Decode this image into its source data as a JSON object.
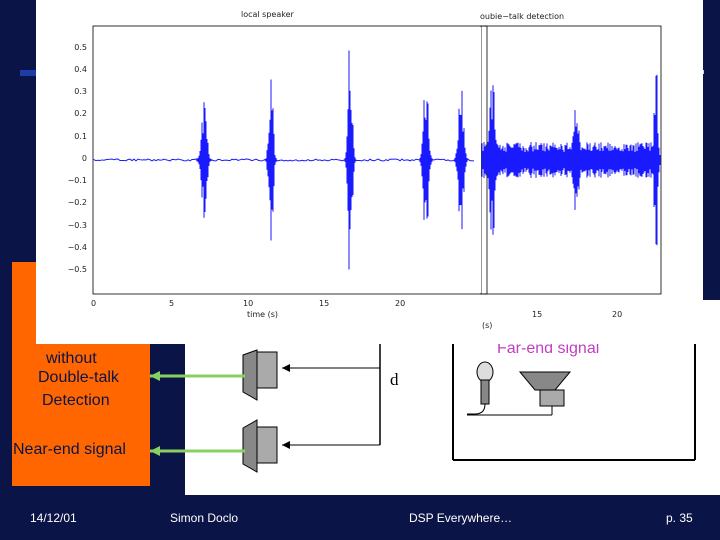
{
  "plot_left": {
    "title": "local speaker",
    "xlabel": "time (s)",
    "yticks": [
      "0.5",
      "0.4",
      "0.3",
      "0.2",
      "0.1",
      "0",
      "−0.1",
      "−0.2",
      "−0.3",
      "−0.4",
      "−0.5"
    ],
    "xticks": [
      "0",
      "5",
      "10",
      "15",
      "20"
    ]
  },
  "plot_right": {
    "title": "oubie−talk detection",
    "xlabel": "(s)",
    "xticks": [
      "15",
      "20"
    ]
  },
  "orange_box": {
    "line1": "without",
    "line2": "Double-talk",
    "line3": "Detection",
    "near_end": "Near-end signal"
  },
  "diagram": {
    "d_label": "d",
    "far_end": "Far-end signal"
  },
  "footer": {
    "date": "14/12/01",
    "author": "Simon Doclo",
    "title": "DSP Everywhere…",
    "page": "p. 35"
  },
  "colors": {
    "background": "#0b1446",
    "orange": "#ff6600",
    "signal": "#1a1aff",
    "arrow": "#88d060",
    "far_end_text": "#c040c0"
  },
  "icons": [
    "loudspeaker-icon",
    "microphone-icon"
  ]
}
